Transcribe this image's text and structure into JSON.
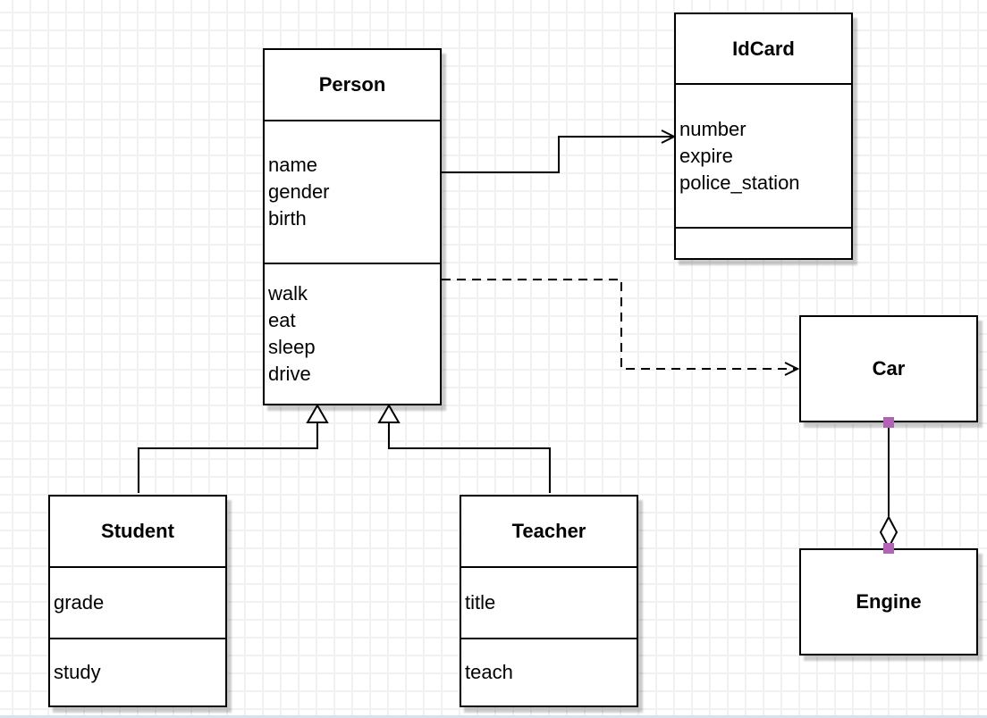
{
  "diagram": {
    "type": "uml-class-diagram",
    "classes": [
      {
        "title": "Person",
        "attributes": [
          "name",
          "gender",
          "birth"
        ],
        "methods": [
          "walk",
          "eat",
          "sleep",
          "drive"
        ]
      },
      {
        "title": "IdCard",
        "attributes": [
          "number",
          "expire",
          "police_station"
        ],
        "methods": []
      },
      {
        "title": "Car",
        "attributes": [],
        "methods": []
      },
      {
        "title": "Engine",
        "attributes": [],
        "methods": []
      },
      {
        "title": "Student",
        "attributes": [
          "grade"
        ],
        "methods": [
          "study"
        ]
      },
      {
        "title": "Teacher",
        "attributes": [
          "title"
        ],
        "methods": [
          "teach"
        ]
      }
    ],
    "relationships": [
      {
        "from": "Person",
        "to": "IdCard",
        "type": "directed-association",
        "line": "solid",
        "arrow": "open-arrow"
      },
      {
        "from": "Person",
        "to": "Car",
        "type": "dependency",
        "line": "dashed",
        "arrow": "open-arrow"
      },
      {
        "from": "Student",
        "to": "Person",
        "type": "generalization",
        "line": "solid",
        "arrow": "hollow-triangle"
      },
      {
        "from": "Teacher",
        "to": "Person",
        "type": "generalization",
        "line": "solid",
        "arrow": "hollow-triangle"
      },
      {
        "from": "Car",
        "to": "Engine",
        "type": "aggregation",
        "line": "solid",
        "arrow": "hollow-diamond"
      }
    ],
    "colors": {
      "line": "#000000",
      "box_fill": "#ffffff",
      "grid_line": "#f1f1f4",
      "connection_point": "#b164b6",
      "shadow": "rgba(0,0,0,0.20)",
      "canvas_edge": "#d9e1ec"
    }
  }
}
